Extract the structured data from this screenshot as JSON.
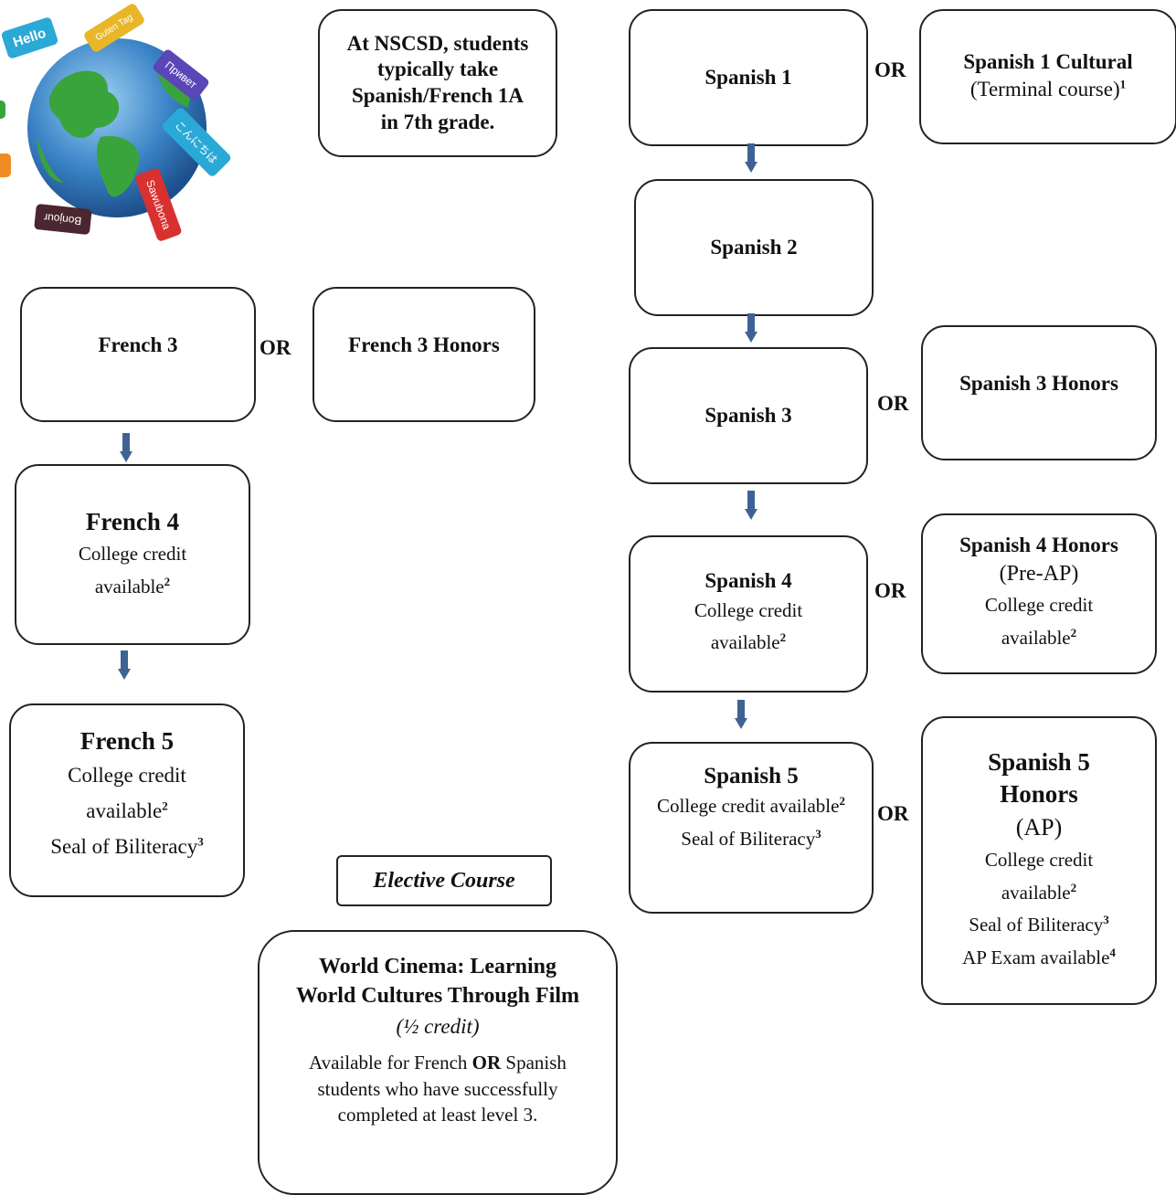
{
  "globe": {
    "greetings": [
      "Hello",
      "Guten Tag",
      "Привет",
      "こんにちは",
      "Sawubona",
      "Bonjour"
    ],
    "colors": {
      "ocean": "#3a83c6",
      "land": "#3aa43c"
    }
  },
  "intro_note": "At NSCSD, students typically take Spanish/French 1A in 7th grade.",
  "or_label": "OR",
  "spanish": {
    "s1": {
      "title": "Spanish 1"
    },
    "s1_cultural": {
      "title": "Spanish 1 Cultural",
      "note": "(Terminal course)",
      "fn": "1"
    },
    "s2": {
      "title": "Spanish 2"
    },
    "s3": {
      "title": "Spanish 3"
    },
    "s3h": {
      "title": "Spanish 3 Honors"
    },
    "s4": {
      "title": "Spanish 4",
      "credit": "College credit",
      "avail": "available",
      "fn": "2"
    },
    "s4h": {
      "title": "Spanish 4 Honors",
      "pre": "(Pre-AP)",
      "credit": "College credit",
      "avail": "available",
      "fn": "2"
    },
    "s5": {
      "title": "Spanish 5",
      "credit": "College credit available",
      "fn_credit": "2",
      "seal": "Seal of Biliteracy",
      "fn_seal": "3"
    },
    "s5h": {
      "title1": "Spanish 5",
      "title2": "Honors",
      "ap": "(AP)",
      "credit": "College credit",
      "avail": "available",
      "fn_credit": "2",
      "seal": "Seal of Biliteracy",
      "fn_seal": "3",
      "exam": "AP Exam available",
      "fn_exam": "4"
    }
  },
  "french": {
    "f3": {
      "title": "French 3"
    },
    "f3h": {
      "title": "French 3 Honors"
    },
    "f4": {
      "title": "French 4",
      "credit": "College credit",
      "avail": "available",
      "fn": "2"
    },
    "f5": {
      "title": "French 5",
      "credit": "College credit",
      "avail": "available",
      "fn_credit": "2",
      "seal": "Seal of Biliteracy",
      "fn_seal": "3"
    }
  },
  "elective": {
    "label": "Elective Course",
    "title": "World Cinema: Learning World Cultures Through Film",
    "credit": "(½ credit)",
    "desc_a": "Available for French ",
    "desc_or": "OR",
    "desc_b": " Spanish students who have successfully completed at least level 3."
  }
}
